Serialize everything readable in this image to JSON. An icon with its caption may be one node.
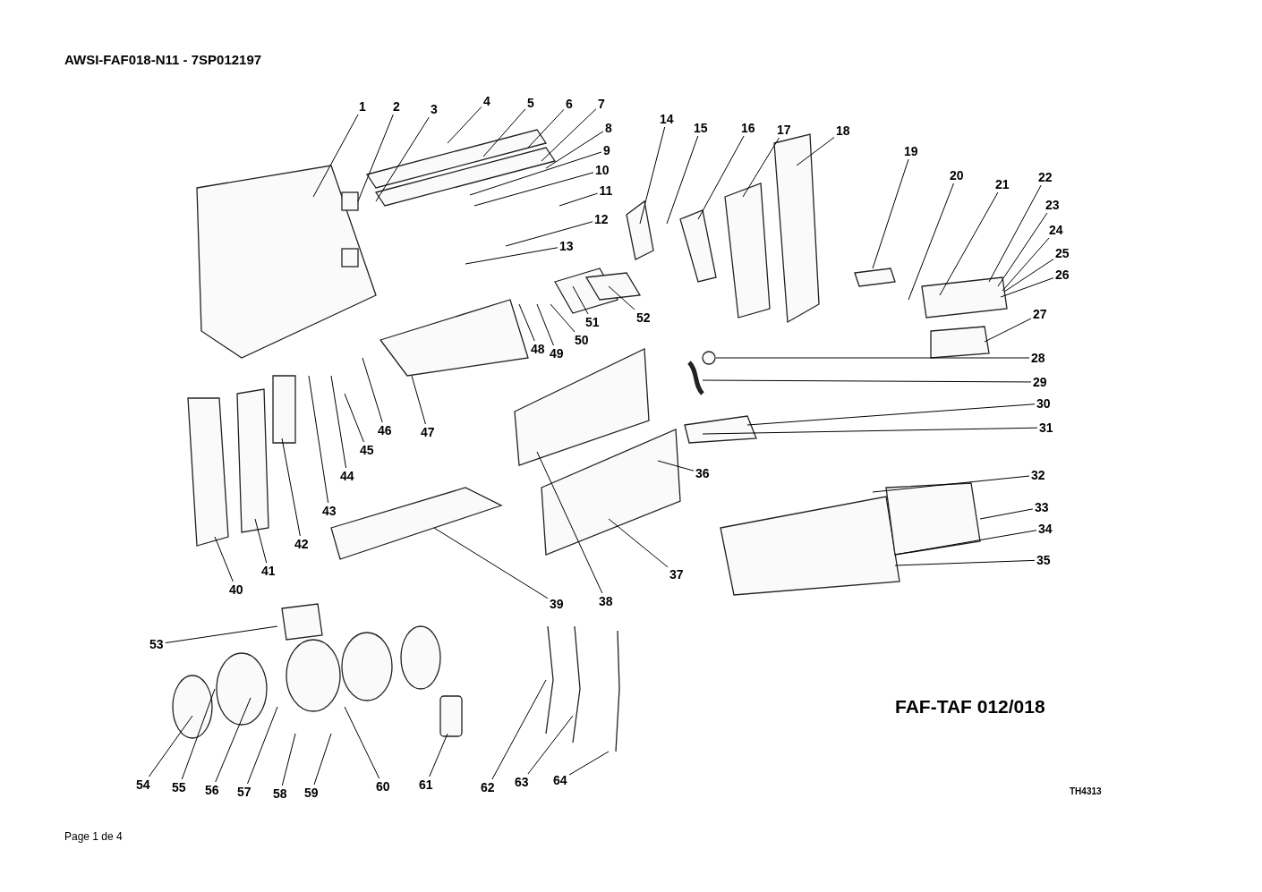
{
  "diagram": {
    "title": "AWSI-FAF018-N11 - 7SP012197",
    "nodes": [
      {
        "text": [
          "1"
        ]
      },
      {
        "text": [
          "2"
        ]
      },
      {
        "text": [
          "3"
        ]
      },
      {
        "text": [
          "4"
        ]
      },
      {
        "text": [
          "5"
        ]
      },
      {
        "text": [
          "6"
        ]
      },
      {
        "text": [
          "7"
        ]
      },
      {
        "text": [
          "8"
        ]
      },
      {
        "text": [
          "9"
        ]
      },
      {
        "text": [
          "10"
        ]
      },
      {
        "text": [
          "11"
        ]
      },
      {
        "text": [
          "12"
        ]
      },
      {
        "text": [
          "13"
        ]
      },
      {
        "text": [
          "14"
        ]
      },
      {
        "text": [
          "15"
        ]
      },
      {
        "text": [
          "16"
        ]
      },
      {
        "text": [
          "17"
        ]
      },
      {
        "text": [
          "18"
        ]
      },
      {
        "text": [
          "19"
        ]
      },
      {
        "text": [
          "20"
        ]
      },
      {
        "text": [
          "21"
        ]
      },
      {
        "text": [
          "22"
        ]
      },
      {
        "text": [
          "23"
        ]
      },
      {
        "text": [
          "24"
        ]
      },
      {
        "text": [
          "25"
        ]
      },
      {
        "text": [
          "26"
        ]
      },
      {
        "text": [
          "27"
        ]
      },
      {
        "text": [
          "28"
        ]
      },
      {
        "text": [
          "29"
        ]
      },
      {
        "text": [
          "30"
        ]
      },
      {
        "text": [
          "31"
        ]
      },
      {
        "text": [
          "32"
        ]
      },
      {
        "text": [
          "33"
        ]
      },
      {
        "text": [
          "34"
        ]
      },
      {
        "text": [
          "35"
        ]
      },
      {
        "text": [
          "36"
        ]
      },
      {
        "text": [
          "37"
        ]
      },
      {
        "text": [
          "38"
        ]
      },
      {
        "text": [
          "39"
        ]
      },
      {
        "text": [
          "40"
        ]
      },
      {
        "text": [
          "41"
        ]
      },
      {
        "text": [
          "42"
        ]
      },
      {
        "text": [
          "43"
        ]
      },
      {
        "text": [
          "44"
        ]
      },
      {
        "text": [
          "45"
        ]
      },
      {
        "text": [
          "46"
        ]
      },
      {
        "text": [
          "47"
        ]
      },
      {
        "text": [
          "48"
        ]
      },
      {
        "text": [
          "49"
        ]
      },
      {
        "text": [
          "50"
        ]
      },
      {
        "text": [
          "51"
        ]
      },
      {
        "text": [
          "52"
        ]
      },
      {
        "text": [
          "53"
        ]
      },
      {
        "text": [
          "54"
        ]
      },
      {
        "text": [
          "55"
        ]
      },
      {
        "text": [
          "56"
        ]
      },
      {
        "text": [
          "57"
        ]
      },
      {
        "text": [
          "58"
        ]
      },
      {
        "text": [
          "59"
        ]
      },
      {
        "text": [
          "60"
        ]
      },
      {
        "text": [
          "61"
        ]
      },
      {
        "text": [
          "62"
        ]
      },
      {
        "text": [
          "63"
        ]
      },
      {
        "text": [
          "64"
        ]
      }
    ],
    "edges": [
      {
        "from": 0,
        "to": null,
        "arrow": "none"
      },
      {
        "from": 1,
        "to": null,
        "arrow": "none"
      },
      {
        "from": 2,
        "to": null,
        "arrow": "none"
      },
      {
        "from": 3,
        "to": null,
        "arrow": "none"
      },
      {
        "from": 4,
        "to": null,
        "arrow": "none"
      },
      {
        "from": 5,
        "to": null,
        "arrow": "none"
      },
      {
        "from": 6,
        "to": null,
        "arrow": "none"
      },
      {
        "from": 7,
        "to": null,
        "arrow": "none"
      },
      {
        "from": 8,
        "to": null,
        "arrow": "none"
      },
      {
        "from": 9,
        "to": null,
        "arrow": "none"
      },
      {
        "from": 10,
        "to": null,
        "arrow": "none"
      },
      {
        "from": 11,
        "to": null,
        "arrow": "none"
      },
      {
        "from": 12,
        "to": null,
        "arrow": "none"
      },
      {
        "from": 13,
        "to": null,
        "arrow": "none"
      },
      {
        "from": 14,
        "to": null,
        "arrow": "none"
      },
      {
        "from": 15,
        "to": null,
        "arrow": "none"
      },
      {
        "from": 16,
        "to": null,
        "arrow": "none"
      },
      {
        "from": 17,
        "to": null,
        "arrow": "none"
      },
      {
        "from": 18,
        "to": null,
        "arrow": "none"
      },
      {
        "from": 19,
        "to": null,
        "arrow": "none"
      },
      {
        "from": 20,
        "to": null,
        "arrow": "none"
      },
      {
        "from": 21,
        "to": null,
        "arrow": "none"
      },
      {
        "from": 22,
        "to": null,
        "arrow": "none"
      },
      {
        "from": 23,
        "to": null,
        "arrow": "none"
      },
      {
        "from": 24,
        "to": null,
        "arrow": "none"
      },
      {
        "from": 25,
        "to": null,
        "arrow": "none"
      },
      {
        "from": 26,
        "to": null,
        "arrow": "none"
      },
      {
        "from": 27,
        "to": null,
        "arrow": "none"
      },
      {
        "from": 28,
        "to": null,
        "arrow": "none"
      },
      {
        "from": 29,
        "to": null,
        "arrow": "none"
      },
      {
        "from": 30,
        "to": null,
        "arrow": "none"
      },
      {
        "from": 31,
        "to": null,
        "arrow": "none"
      },
      {
        "from": 32,
        "to": null,
        "arrow": "none"
      },
      {
        "from": 33,
        "to": null,
        "arrow": "none"
      },
      {
        "from": 34,
        "to": null,
        "arrow": "none"
      },
      {
        "from": 35,
        "to": null,
        "arrow": "none"
      },
      {
        "from": 36,
        "to": null,
        "arrow": "none"
      },
      {
        "from": 37,
        "to": null,
        "arrow": "none"
      },
      {
        "from": 38,
        "to": null,
        "arrow": "none"
      },
      {
        "from": 39,
        "to": null,
        "arrow": "none"
      },
      {
        "from": 40,
        "to": null,
        "arrow": "none"
      },
      {
        "from": 41,
        "to": null,
        "arrow": "none"
      },
      {
        "from": 42,
        "to": null,
        "arrow": "none"
      },
      {
        "from": 43,
        "to": null,
        "arrow": "none"
      },
      {
        "from": 44,
        "to": null,
        "arrow": "none"
      },
      {
        "from": 45,
        "to": null,
        "arrow": "none"
      },
      {
        "from": 46,
        "to": null,
        "arrow": "none"
      },
      {
        "from": 47,
        "to": null,
        "arrow": "none"
      },
      {
        "from": 48,
        "to": null,
        "arrow": "none"
      },
      {
        "from": 49,
        "to": null,
        "arrow": "none"
      },
      {
        "from": 50,
        "to": null,
        "arrow": "none"
      },
      {
        "from": 51,
        "to": null,
        "arrow": "none"
      },
      {
        "from": 52,
        "to": null,
        "arrow": "none"
      },
      {
        "from": 53,
        "to": null,
        "arrow": "none"
      },
      {
        "from": 54,
        "to": null,
        "arrow": "none"
      },
      {
        "from": 55,
        "to": null,
        "arrow": "none"
      },
      {
        "from": 56,
        "to": null,
        "arrow": "none"
      },
      {
        "from": 57,
        "to": null,
        "arrow": "none"
      },
      {
        "from": 58,
        "to": null,
        "arrow": "none"
      },
      {
        "from": 59,
        "to": null,
        "arrow": "none"
      },
      {
        "from": 60,
        "to": null,
        "arrow": "none"
      },
      {
        "from": 61,
        "to": null,
        "arrow": "none"
      },
      {
        "from": 62,
        "to": null,
        "arrow": "none"
      },
      {
        "from": 63,
        "to": null,
        "arrow": "none"
      }
    ],
    "labels": [
      "FAF-TAF 012/018",
      "TH4313",
      "Page 1 de 4"
    ]
  }
}
